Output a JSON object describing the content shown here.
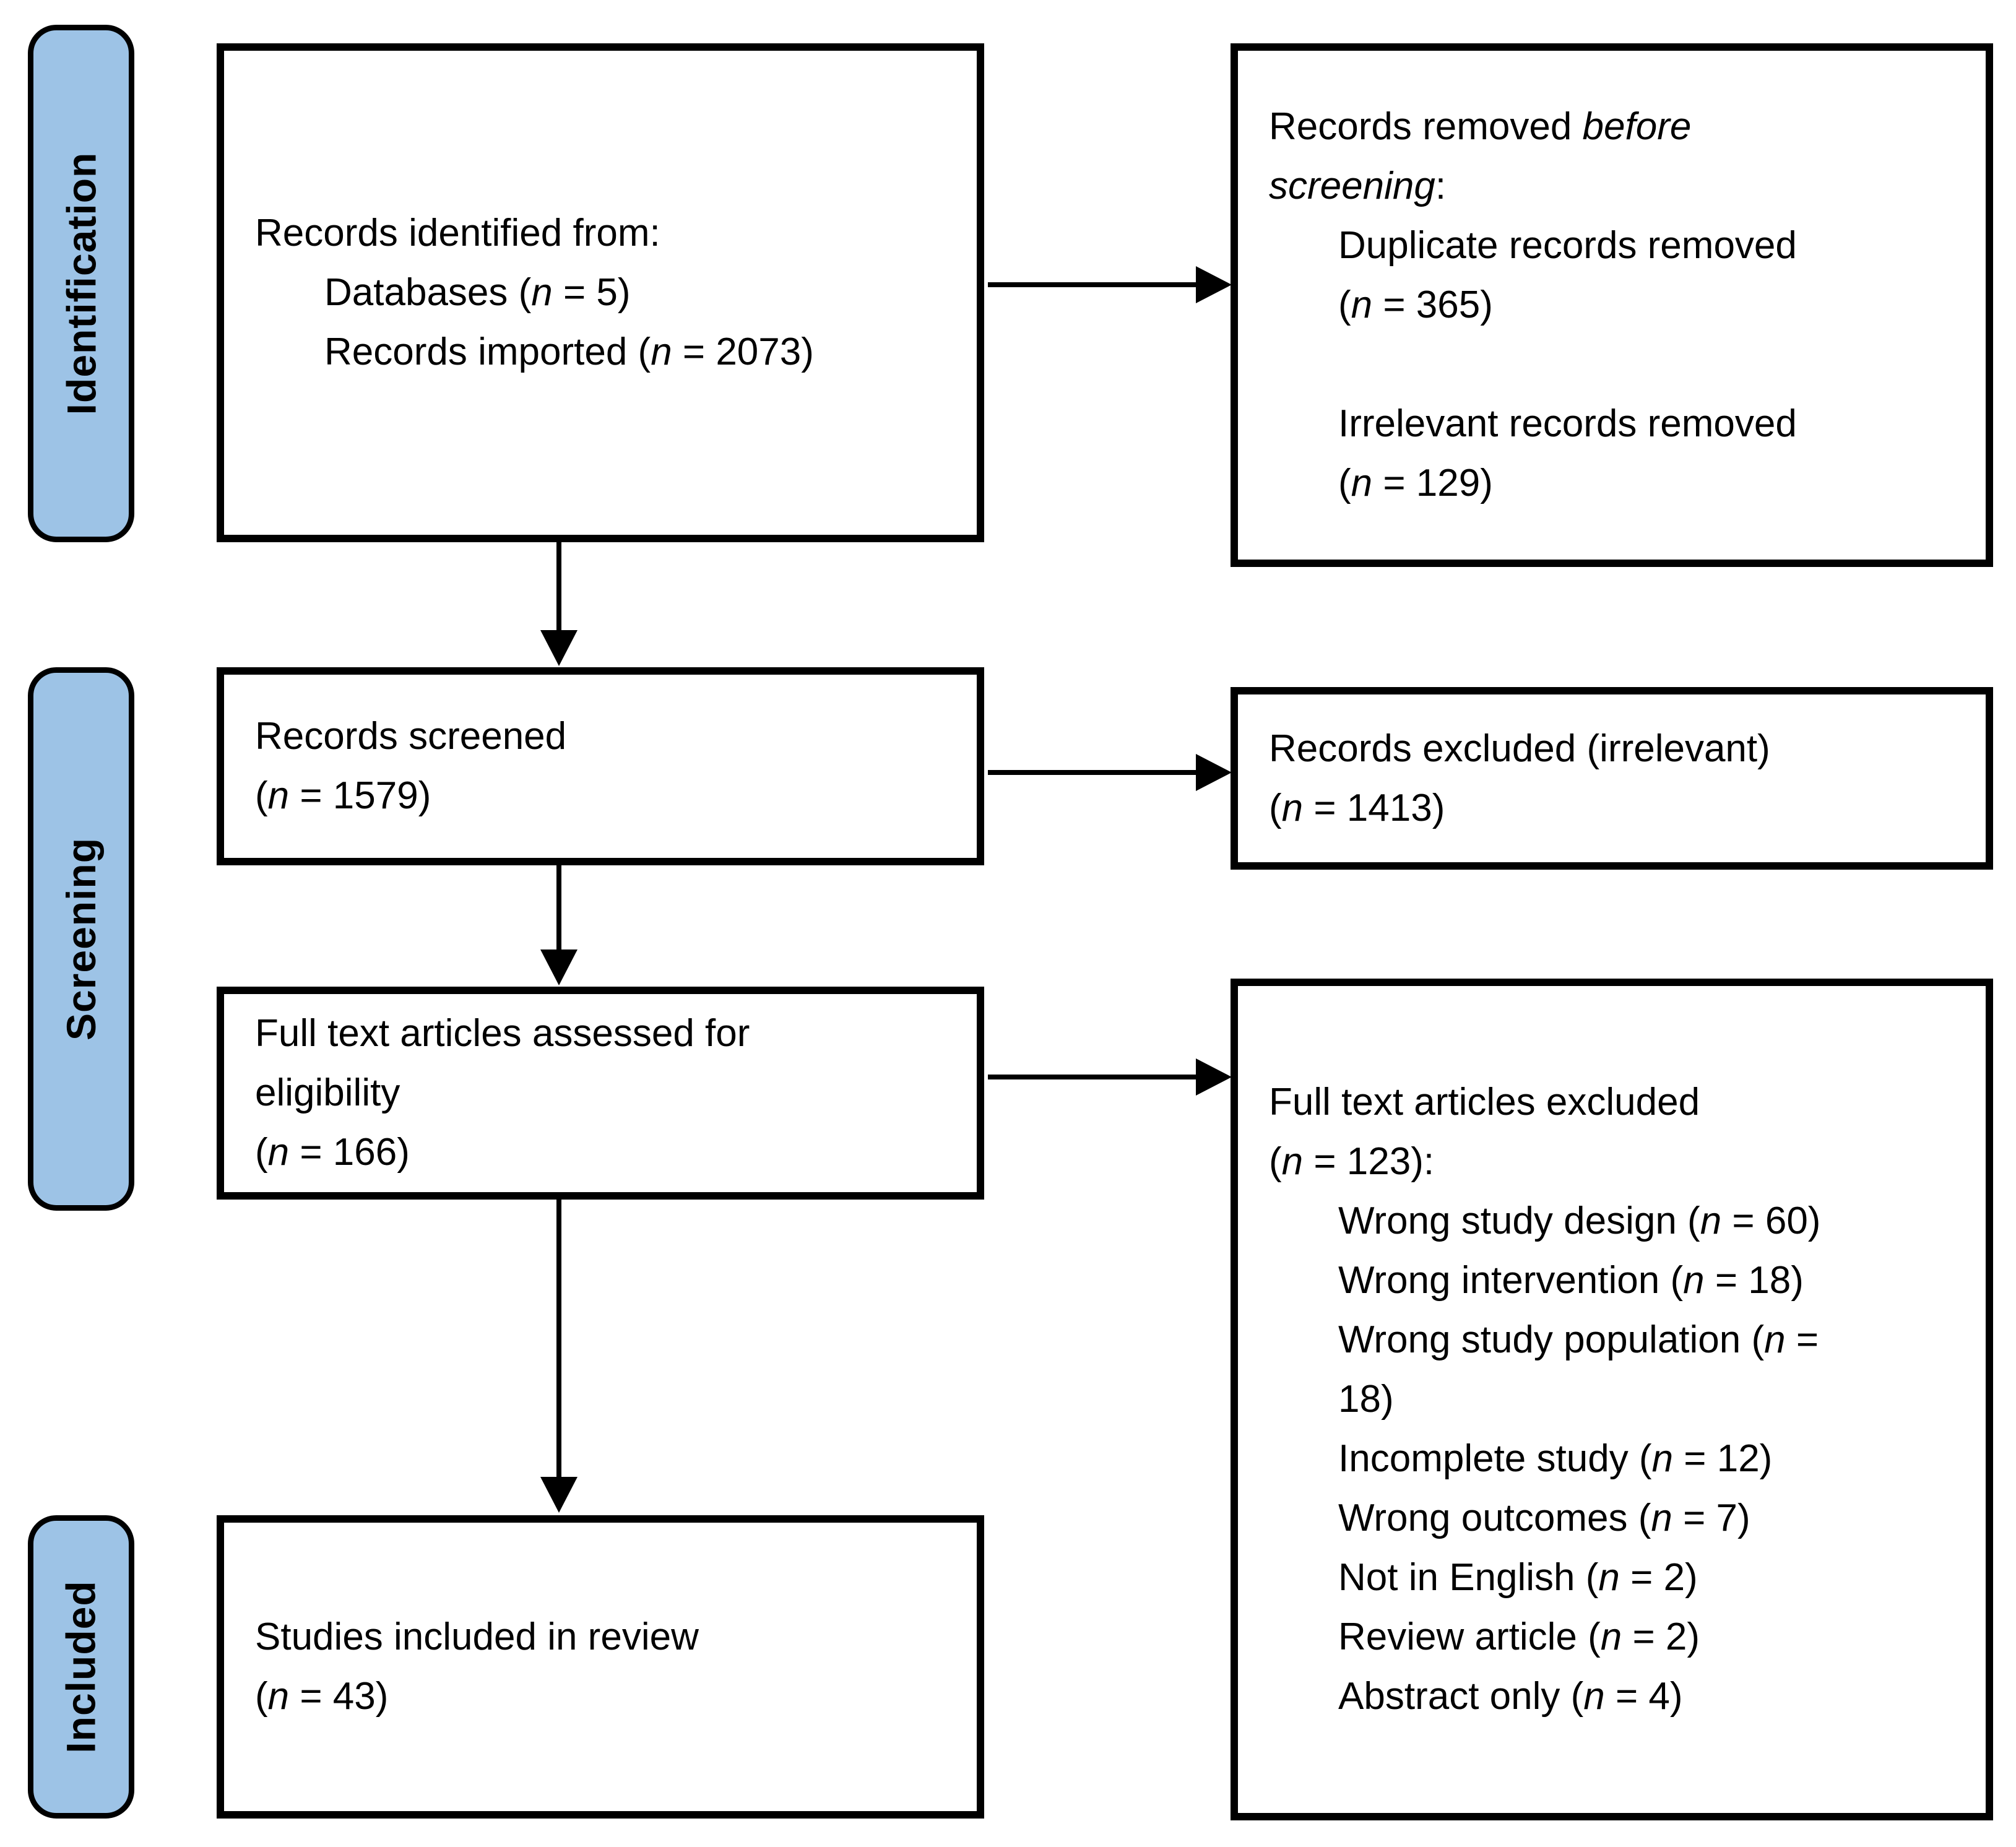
{
  "colors": {
    "stage_fill": "#9DC3E6",
    "border": "#000000",
    "background": "#FFFFFF",
    "text": "#000000"
  },
  "stages": [
    {
      "label": "Identification"
    },
    {
      "label": "Screening"
    },
    {
      "label": "Included"
    }
  ],
  "boxes": {
    "identified": {
      "lines": [
        "Records identified from:",
        "Databases (*n* = 5)",
        "Records imported (*n* = 2073)"
      ]
    },
    "removed_before_screening": {
      "lines": [
        "Records removed *before*",
        "*screening*:",
        "Duplicate records removed",
        "(*n* = 365)",
        "",
        "Irrelevant records removed",
        "(*n* = 129)"
      ]
    },
    "screened": {
      "lines": [
        "Records screened",
        "(*n* = 1579)"
      ]
    },
    "excluded_irrelevant": {
      "lines": [
        "Records excluded (irrelevant)",
        "(*n* = 1413)"
      ]
    },
    "fulltext_assessed": {
      "lines": [
        "Full text articles assessed for",
        "eligibility",
        "(*n* = 166)"
      ]
    },
    "fulltext_excluded": {
      "lines": [
        "Full text articles excluded",
        "(*n* = 123):",
        "Wrong study design (*n* = 60)",
        "Wrong intervention (*n* = 18)",
        "Wrong study population (*n* =",
        "18)",
        "Incomplete study (*n* = 12)",
        "Wrong outcomes (*n* = 7)",
        "Not in English (*n* = 2)",
        "Review article (*n* = 2)",
        "Abstract only (*n* = 4)"
      ]
    },
    "included_in_review": {
      "lines": [
        "Studies included in review",
        "(*n* = 43)"
      ]
    }
  }
}
